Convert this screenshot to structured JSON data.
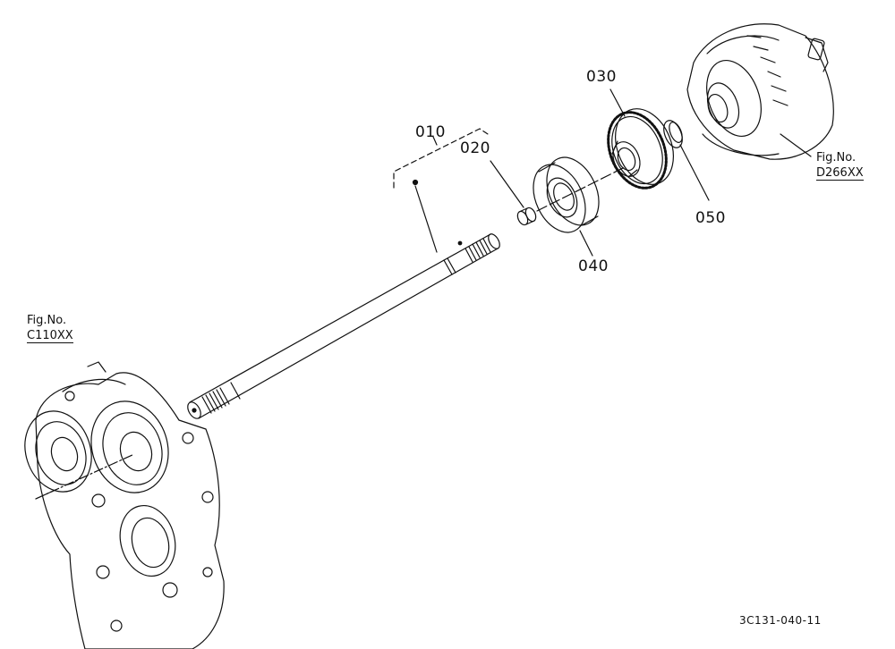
{
  "callouts": {
    "p010": "010",
    "p020": "020",
    "p030": "030",
    "p040": "040",
    "p050": "050"
  },
  "figure_refs": {
    "left": {
      "label": "Fig.No.",
      "code": "C110XX"
    },
    "right": {
      "label": "Fig.No.",
      "code": "D266XX"
    }
  },
  "drawing_number": "3C131-040-11",
  "colors": {
    "ink": "#111111",
    "paper": "#ffffff"
  }
}
